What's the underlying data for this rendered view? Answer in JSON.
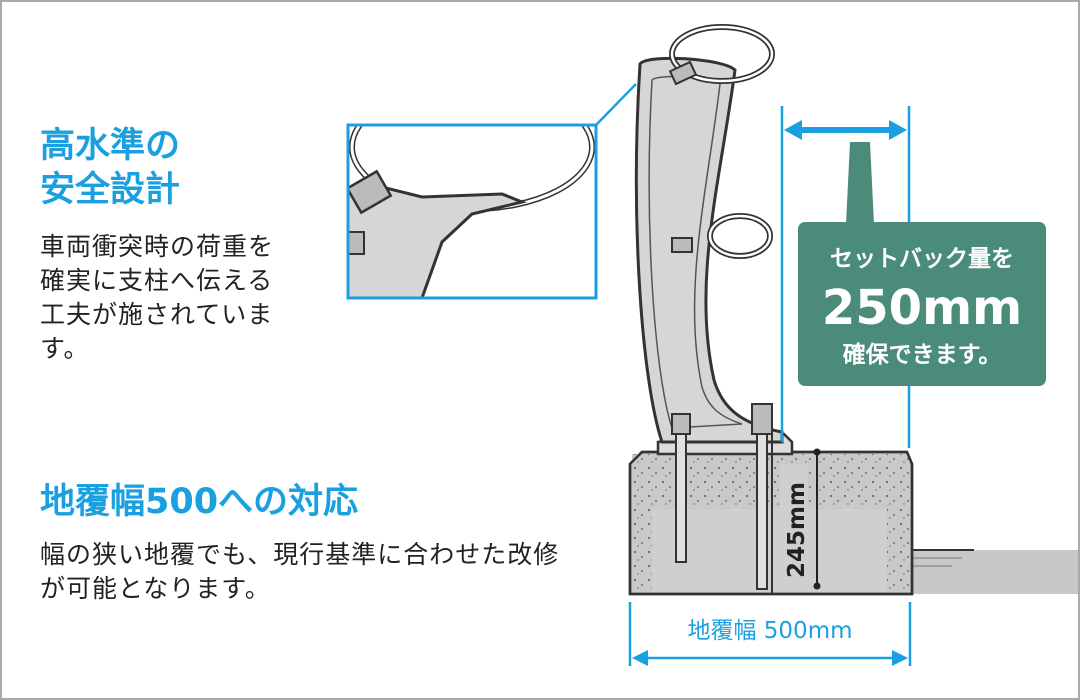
{
  "colors": {
    "accent": "#1aa0e0",
    "callout_bg": "#4b8b7a",
    "text": "#222222",
    "concrete": "#cfcfcf",
    "post": "#d9d9d9",
    "border": "#a9a9a9"
  },
  "section1": {
    "title_lines": [
      "高水準の",
      "安全設計"
    ],
    "body_lines": [
      "車両衝突時の荷重を",
      "確実に支柱へ伝える",
      "工夫が施されていま",
      "す。"
    ]
  },
  "section2": {
    "title": "地覆幅500への対応",
    "body_lines": [
      "幅の狭い地覆でも、現行基準に合わせた改修",
      "が可能となります。"
    ]
  },
  "callout": {
    "line1": "セットバック量を",
    "value": "250mm",
    "line3": "確保できます。"
  },
  "dimensions": {
    "height_label": "245mm",
    "width_label": "地覆幅 500mm"
  }
}
